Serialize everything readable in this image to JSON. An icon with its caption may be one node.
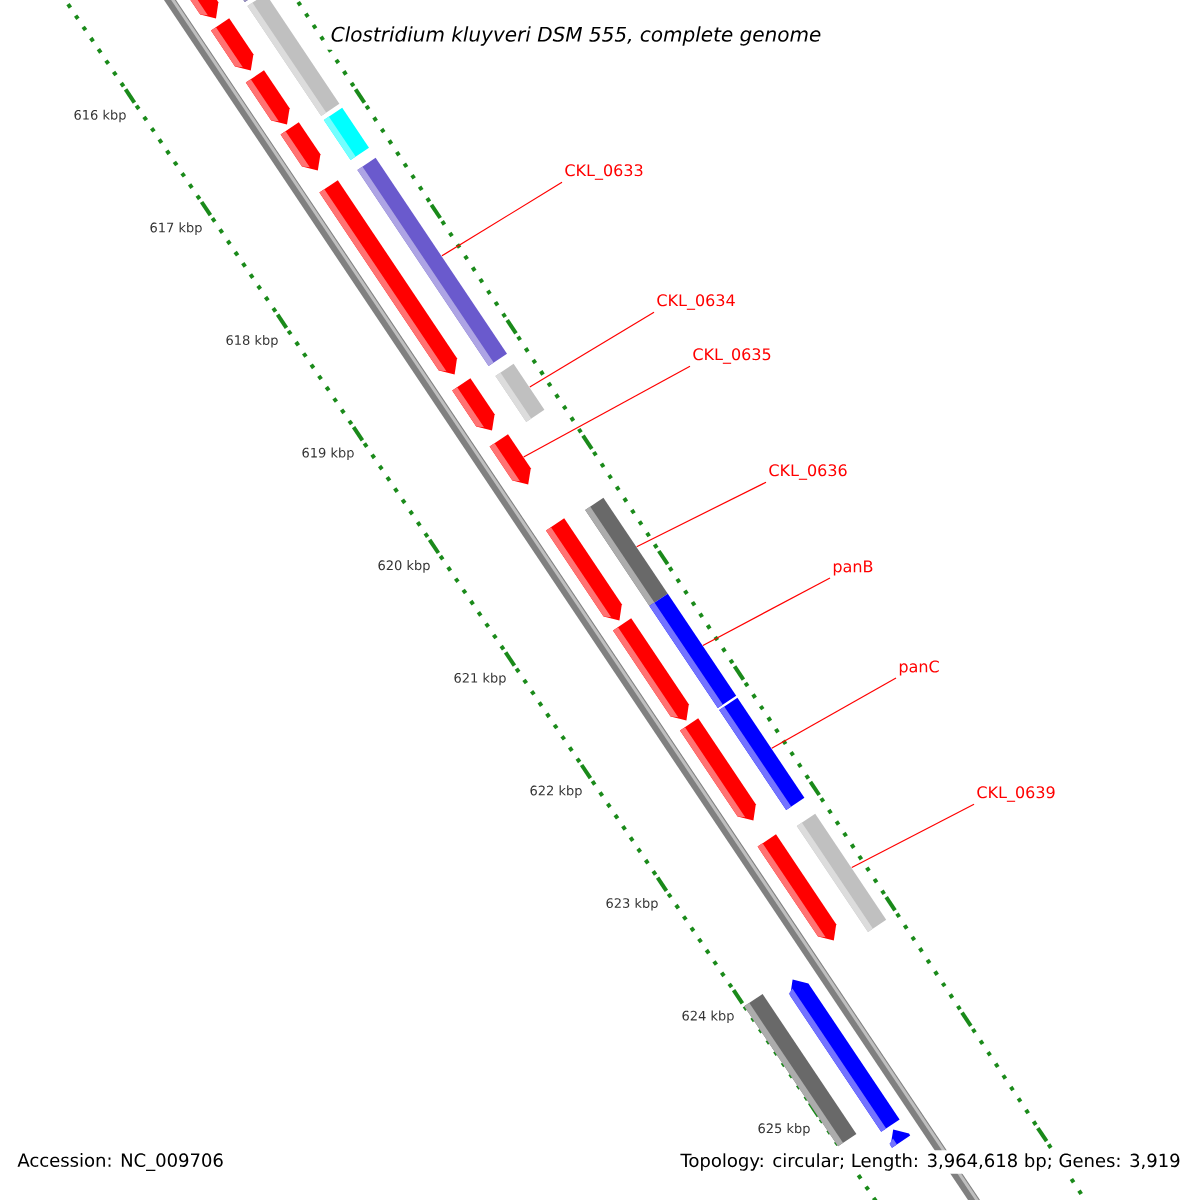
{
  "diagram": {
    "title": "Clostridium kluyveri DSM 555, complete genome",
    "nodes": [
      {
        "text": [
          "CKL_0633"
        ]
      },
      {
        "text": [
          "CKL_0634"
        ]
      },
      {
        "text": [
          "CKL_0635"
        ]
      },
      {
        "text": [
          "CKL_0636"
        ]
      },
      {
        "text": [
          "panB"
        ]
      },
      {
        "text": [
          "panC"
        ]
      },
      {
        "text": [
          "CKL_0639"
        ]
      },
      {
        "text": [],
        "shape": "bar"
      },
      {
        "text": [],
        "shape": "bar"
      },
      {
        "text": [],
        "shape": "bar"
      },
      {
        "text": [],
        "shape": "bar"
      },
      {
        "text": [],
        "shape": "bar"
      },
      {
        "text": [],
        "shape": "bar"
      },
      {
        "text": [],
        "shape": "bar"
      },
      {
        "text": [],
        "shape": "bar"
      },
      {
        "text": [],
        "shape": "bar"
      },
      {
        "text": [],
        "shape": "bar"
      },
      {
        "text": [],
        "shape": "bar"
      },
      {
        "text": [],
        "shape": "bar"
      },
      {
        "text": [],
        "shape": "bar"
      },
      {
        "text": [],
        "shape": "bar"
      },
      {
        "text": [],
        "shape": "bar"
      },
      {
        "text": [],
        "shape": "bar"
      },
      {
        "text": [],
        "shape": "bar"
      },
      {
        "text": [],
        "shape": "bar"
      },
      {
        "text": [],
        "shape": "bar"
      },
      {
        "text": [],
        "shape": "bar"
      },
      {
        "text": [],
        "shape": "bar"
      },
      {
        "text": [],
        "shape": "bar"
      },
      {
        "text": [],
        "shape": "bar"
      }
    ],
    "edges": [
      {
        "from": 0,
        "to": 15,
        "arrow": "none"
      },
      {
        "from": 1,
        "to": 17,
        "arrow": "none"
      },
      {
        "from": 2,
        "to": 18,
        "arrow": "none"
      },
      {
        "from": 3,
        "to": 20,
        "arrow": "none"
      },
      {
        "from": 4,
        "to": 22,
        "arrow": "none"
      },
      {
        "from": 5,
        "to": 24,
        "arrow": "none"
      },
      {
        "from": 6,
        "to": 26,
        "arrow": "none"
      }
    ],
    "labels": [
      "616 kbp",
      "617 kbp",
      "618 kbp",
      "619 kbp",
      "620 kbp",
      "621 kbp",
      "622 kbp",
      "623 kbp",
      "624 kbp",
      "625 kbp",
      "Accession: NC_009706",
      "Topology: circular; Length: 3,964,618 bp; Genes: 3,919"
    ]
  }
}
